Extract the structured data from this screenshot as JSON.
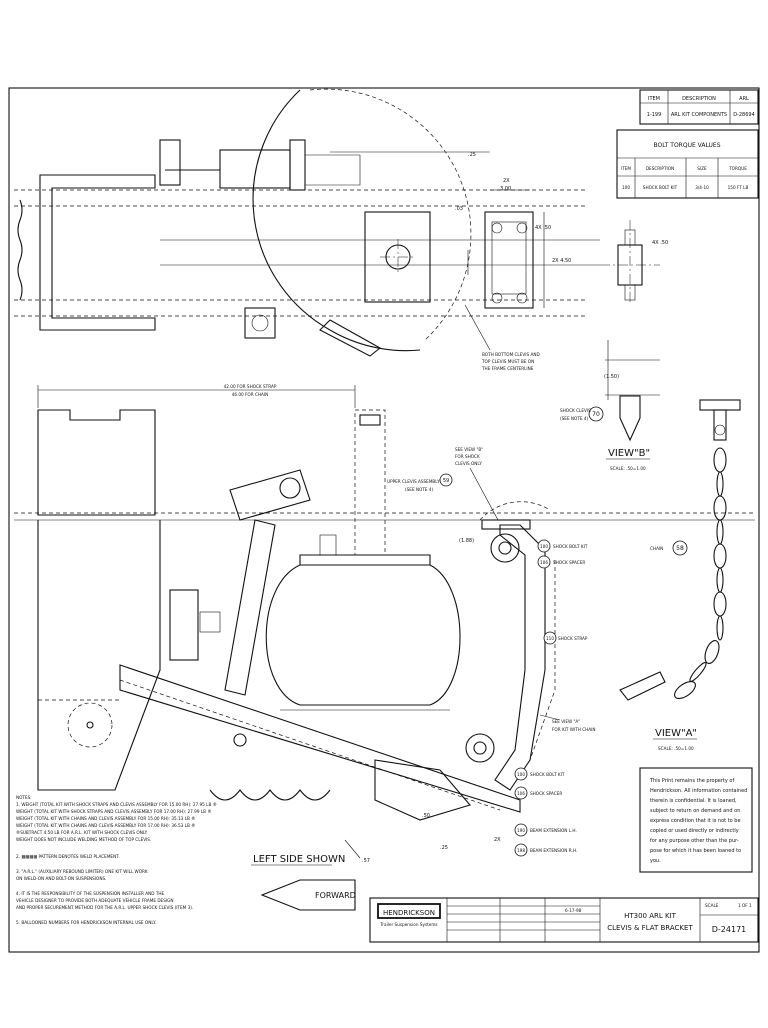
{
  "item_table": {
    "headers": [
      "ITEM",
      "DESCRIPTION",
      "ARL"
    ],
    "row": [
      "1-199",
      "ARL KIT COMPONENTS",
      "D-28694"
    ]
  },
  "torque_table": {
    "title": "BOLT TORQUE VALUES",
    "headers": [
      "ITEM",
      "DESCRIPTION",
      "SIZE",
      "TORQUE"
    ],
    "row": [
      "100",
      "SHOCK BOLT KIT",
      "3/4-10",
      "150 FT LB"
    ]
  },
  "dims": {
    "d25": ".25",
    "d2x": "2X",
    "d300": "3.00",
    "d4x50": "4X .50",
    "d2x450": "2X 4.50",
    "d4x50b": "4X .50",
    "d150": "(1.50)",
    "d188": "(1.88)",
    "d50": ".50",
    "d25b": ".25",
    "d2xb": "2X",
    "d57": ".57",
    "d03": ".03"
  },
  "notes_top": {
    "bottom_clevis": [
      "BOTH BOTTOM CLEVIS AND",
      "TOP CLEVIS MUST BE ON",
      "THE FRAME CENTERLINE"
    ],
    "strap_dim": [
      "42.00 FOR SHOCK STRAP",
      "46.00 FOR CHAIN"
    ]
  },
  "callouts": {
    "shock_clevis": [
      "SHOCK CLEVIS",
      "(SEE NOTE 4)"
    ],
    "shock_clevis_num": "70",
    "see_view_b": [
      "SEE VIEW \"B\"",
      "FOR SHOCK",
      "CLEVIS ONLY"
    ],
    "upper_clevis": [
      "UPPER CLEVIS ASSEMBLY",
      "(SEE NOTE 4)"
    ],
    "upper_clevis_num": "59",
    "shock_bolt_kit_top": "SHOCK BOLT KIT",
    "shock_bolt_kit_top_num": "100",
    "shock_spacer_top": "SHOCK SPACER",
    "shock_spacer_top_num": "106",
    "shock_strap": "SHOCK STRAP",
    "shock_strap_num": "110",
    "see_view_a": [
      "SEE VIEW \"A\"",
      "FOR KIT WITH CHAIN"
    ],
    "shock_bolt_kit_bot": "SHOCK BOLT KIT",
    "shock_bolt_kit_bot_num": "100",
    "shock_spacer_bot": "SHOCK SPACER",
    "shock_spacer_bot_num": "106",
    "beam_ext_l": "BEAM EXTENSION L.H.",
    "beam_ext_l_num": "190",
    "beam_ext_r": "BEAM EXTENSION R.H.",
    "beam_ext_r_num": "198",
    "chain": "CHAIN",
    "chain_num": "58"
  },
  "views": {
    "view_b": "VIEW\"B\"",
    "view_b_scale": "SCALE: .50=1.00",
    "view_a": "VIEW\"A\"",
    "view_a_scale": "SCALE: .50=1.00",
    "left_side": "LEFT SIDE SHOWN",
    "forward": "FORWARD"
  },
  "notes": [
    "NOTES:",
    "1. WEIGHT (TOTAL KIT WITH SHOCK STRAPS AND CLEVIS ASSEMBLY FOR 15.00 RH): 27.95 LB ®",
    "   WEIGHT (TOTAL KIT WITH SHOCK STRAPS AND CLEVIS ASSEMBLY FOR 17.00 RH): 27.99 LB ®",
    "   WEIGHT (TOTAL KIT WITH CHAINS AND CLEVIS ASSEMBLY FOR 15.00 RH): 35.13 LB ®",
    "   WEIGHT (TOTAL KIT WITH CHAINS AND CLEVIS ASSEMBLY FOR 17.00 RH): 36.53 LB ®",
    "®SUBTRACT 4.50 LB FOR A.R.L. KIT WITH SHOCK CLEVIS ONLY",
    "   WEIGHT DOES NOT INCLUDE WELDING METHOD OF TOP CLEVIS.",
    "2. ▩▩▩▩ PATTERN DENOTES WELD PLACEMENT.",
    "3. \"A.R.L.\" (AUXILIARY REBOUND LIMITER) ONE KIT WILL WORK",
    "   ON WELD-ON AND BOLT-ON SUSPENSIONS.",
    "4. IT IS THE RESPONSIBILITY OF THE SUSPENSION INSTALLER AND THE",
    "   VEHICLE DESIGNER TO PROVIDE BOTH ADEQUATE VEHICLE FRAME DESIGN",
    "   AND PROPER SECUREMENT METHOD FOR THE A.R.L. UPPER SHOCK CLEVIS (ITEM 3).",
    "5. BALLOONED NUMBERS FOR HENDRICKSON INTERNAL USE ONLY."
  ],
  "property_notice": [
    "This Print remains the property of",
    "Hendrickson. All information contained",
    "therein is confidential. It is loaned,",
    "subject to return on demand and on",
    "express condition that it is not to be",
    "copied or used directly or indirectly",
    "for any purpose other than the pur-",
    "pose for which it has been loaned to",
    "you."
  ],
  "title_block": {
    "company": "HENDRICKSON",
    "division": "Trailer Suspension Systems",
    "title1": "HT300  ARL  KIT",
    "title2": "CLEVIS & FLAT BRACKET",
    "drawing_no": "D-24171",
    "scale": "SCALE",
    "date": "6-17-98",
    "sheet": "1 OF 1"
  }
}
